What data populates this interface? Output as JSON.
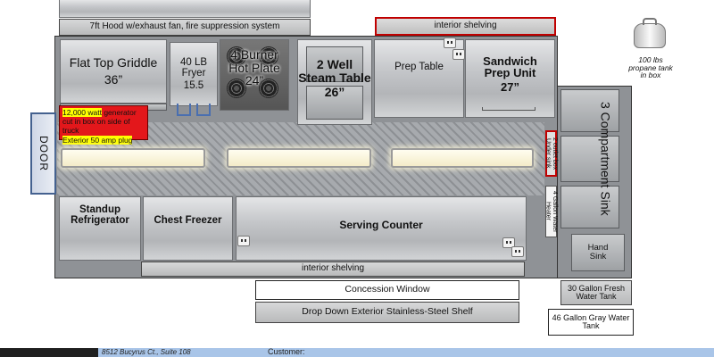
{
  "layout": {
    "hood": "7ft Hood w/exhaust fan, fire suppression system",
    "interior_shelving_top": "interior shelving",
    "interior_shelving_bottom": "interior shelving",
    "door": "DOOR",
    "griddle": {
      "name": "Flat Top Griddle",
      "size": "36”"
    },
    "fryer": {
      "name": "40 LB Fryer",
      "size": "15.5"
    },
    "hot_plate": {
      "name": "4 Burner Hot Plate",
      "size": "24”"
    },
    "steam_table": {
      "name": "2 Well Steam Table",
      "size": "26”"
    },
    "prep_table": "Prep Table",
    "sandwich_unit": {
      "name": "Sandwich Prep Unit",
      "size": "27”"
    },
    "propane": "100 lbs propane tank in box",
    "generator": {
      "highlight": "12,000 watt",
      "text": " generator cut in box on side of truck",
      "plug": "Exterior 50 amp plug"
    },
    "outlet_box": "2 outlet box Under sink",
    "compartment_sink": "3 Compartment Sink",
    "water_heater": "4 Gallon Water Heater",
    "hand_sink": "Hand Sink",
    "refrigerator": "Standup Refrigerator",
    "freezer": "Chest Freezer",
    "serving_counter": "Serving Counter",
    "concession_window": "Concession Window",
    "drop_down_shelf": "Drop Down Exterior Stainless-Steel Shelf",
    "fresh_tank": "30 Gallon Fresh Water Tank",
    "gray_tank": "46 Gallon Gray Water Tank"
  },
  "footer": {
    "address": "8512 Bucyrus Ct., Suite 108",
    "customer_label": "Customer:"
  },
  "colors": {
    "generator_bg": "#e3171b",
    "highlight": "#ffff00",
    "shelf_border": "#c00000"
  }
}
